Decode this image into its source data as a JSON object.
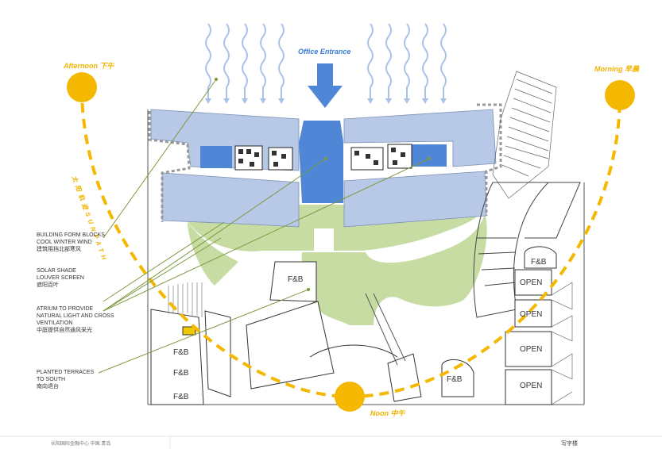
{
  "sun_labels": {
    "afternoon": "Afternoon 下午",
    "morning": "Morning 早晨",
    "noon": "Noon 中午",
    "path": "太 阳 轨 迹 S U N  P A T H"
  },
  "entrance": "Office Entrance",
  "annotations": [
    {
      "en1": "BUILDING FORM BLOCKS",
      "en2": "COOL WINTER WIND",
      "en3": "",
      "cn": "建筑阻挡北部寒风"
    },
    {
      "en1": "SOLAR SHADE",
      "en2": "LOUVER SCREEN",
      "en3": "",
      "cn": "遮阳百叶"
    },
    {
      "en1": "ATRIUM TO PROVIDE",
      "en2": "NATURAL LIGHT AND CROSS",
      "en3": "VENTILATION",
      "cn": "中庭提供自然通风采光"
    },
    {
      "en1": "PLANTED TERRACES",
      "en2": "TO SOUTH",
      "en3": "",
      "cn": "南向退台"
    }
  ],
  "unit_labels": {
    "fb": "F&B",
    "open": "OPEN"
  },
  "footer": {
    "left": "长阳国际金融中心 中国.青岛",
    "right": "写字楼"
  },
  "colors": {
    "building": "#b7c9e6",
    "atrium": "#4f86d6",
    "green": "#c6dca3",
    "sun": "#f5b800",
    "arrow": "#4f86d6",
    "wind": "#a9c3e8",
    "leader": "#7d9a3e"
  }
}
